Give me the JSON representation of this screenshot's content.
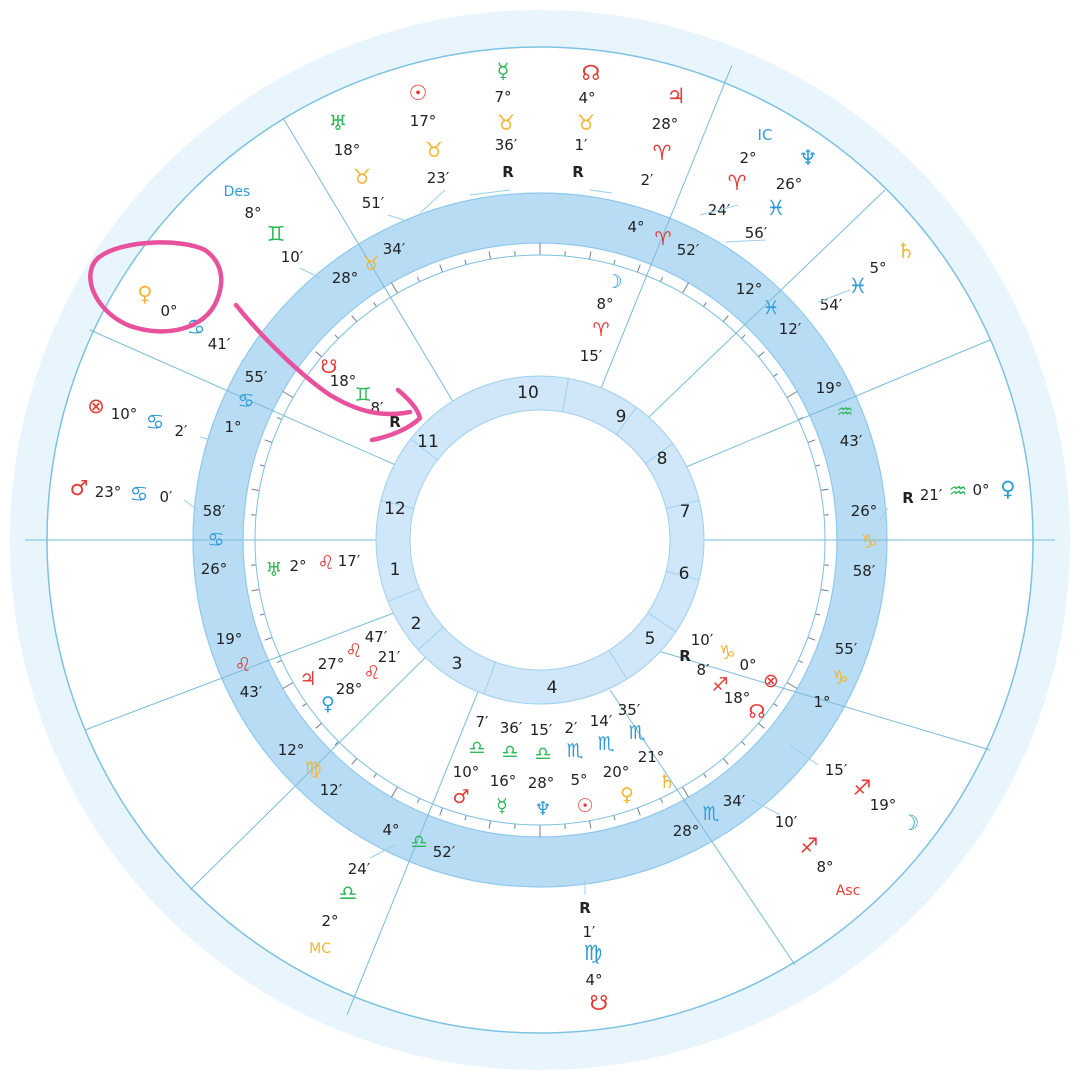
{
  "colors": {
    "fire": "#e53935",
    "earth": "#f2b632",
    "air": "#2fb85a",
    "water": "#2f9bd6",
    "text": "#222222",
    "ring": "#b9dcf5",
    "line": "#6fb8d8",
    "bg_halo": "#e9f5fd",
    "marker": "#e8519b"
  },
  "houses": [
    "10",
    "9",
    "8",
    "7",
    "6",
    "5",
    "4",
    "3",
    "2",
    "1",
    "12",
    "11"
  ],
  "retro": "R",
  "outer_glyphs": [
    {
      "g": "☉",
      "el": "fire"
    },
    {
      "g": "☿",
      "el": "air"
    },
    {
      "g": "☊",
      "el": "fire"
    },
    {
      "g": "♃",
      "el": "fire"
    },
    {
      "g": "♅",
      "el": "air"
    },
    {
      "g": "♉",
      "el": "earth"
    },
    {
      "g": "♉",
      "el": "earth"
    },
    {
      "g": "♉",
      "el": "earth"
    },
    {
      "g": "♈",
      "el": "fire"
    },
    {
      "g": "♉",
      "el": "earth"
    },
    {
      "g": "IC",
      "el": "water"
    },
    {
      "g": "♆",
      "el": "water"
    },
    {
      "g": "♈",
      "el": "fire"
    },
    {
      "g": "♓",
      "el": "water"
    },
    {
      "g": "♄",
      "el": "earth"
    },
    {
      "g": "♓",
      "el": "water"
    },
    {
      "g": "Des",
      "el": "water"
    },
    {
      "g": "♊",
      "el": "air"
    },
    {
      "g": "♀",
      "el": "earth"
    },
    {
      "g": "♋",
      "el": "water"
    },
    {
      "g": "⊗",
      "el": "fire"
    },
    {
      "g": "♋",
      "el": "water"
    },
    {
      "g": "♂",
      "el": "fire"
    },
    {
      "g": "♋",
      "el": "water"
    },
    {
      "g": "♒",
      "el": "air"
    },
    {
      "g": "♀",
      "el": "water"
    },
    {
      "g": "♐",
      "el": "fire"
    },
    {
      "g": "☽",
      "el": "water"
    },
    {
      "g": "♐",
      "el": "fire"
    },
    {
      "g": "Asc",
      "el": "fire"
    },
    {
      "g": "♎",
      "el": "air"
    },
    {
      "g": "MC",
      "el": "earth"
    },
    {
      "g": "♍",
      "el": "water"
    },
    {
      "g": "☋",
      "el": "fire"
    }
  ],
  "outer_labels": [
    "17°",
    "7°",
    "4°",
    "28°",
    "18°",
    "36′",
    "1′",
    "23′",
    "2′",
    "51′",
    "R",
    "R",
    "2°",
    "26°",
    "24′",
    "56′",
    "5°",
    "54′",
    "8°",
    "10′",
    "0°",
    "41′",
    "10°",
    "2′",
    "23°",
    "0′",
    "R",
    "21′",
    "0°",
    "15′",
    "19°",
    "10′",
    "8°",
    "24′",
    "2°",
    "R",
    "1′",
    "4°"
  ],
  "ring_labels": [
    "4°",
    "52′",
    "34′",
    "28°",
    "12°",
    "12′",
    "19°",
    "43′",
    "26°",
    "58′",
    "55′",
    "1°",
    "34′",
    "28°",
    "4°",
    "52′",
    "12°",
    "12′",
    "19°",
    "43′",
    "26°",
    "58′",
    "55′",
    "1°"
  ],
  "inner_glyphs": [
    {
      "g": "☽",
      "el": "water"
    },
    {
      "g": "♈",
      "el": "fire"
    },
    {
      "g": "☋",
      "el": "fire"
    },
    {
      "g": "♊",
      "el": "air"
    },
    {
      "g": "♅",
      "el": "air"
    },
    {
      "g": "♌",
      "el": "fire"
    },
    {
      "g": "♌",
      "el": "fire"
    },
    {
      "g": "♌",
      "el": "fire"
    },
    {
      "g": "♃",
      "el": "fire"
    },
    {
      "g": "♀",
      "el": "water"
    },
    {
      "g": "♑",
      "el": "earth"
    },
    {
      "g": "♐",
      "el": "fire"
    },
    {
      "g": "⊗",
      "el": "fire"
    },
    {
      "g": "☊",
      "el": "fire"
    },
    {
      "g": "♎",
      "el": "air"
    },
    {
      "g": "♎",
      "el": "air"
    },
    {
      "g": "♎",
      "el": "air"
    },
    {
      "g": "♏",
      "el": "water"
    },
    {
      "g": "♏",
      "el": "water"
    },
    {
      "g": "♏",
      "el": "water"
    },
    {
      "g": "♂",
      "el": "fire"
    },
    {
      "g": "☿",
      "el": "air"
    },
    {
      "g": "♆",
      "el": "water"
    },
    {
      "g": "☉",
      "el": "fire"
    },
    {
      "g": "♀",
      "el": "earth"
    },
    {
      "g": "♄",
      "el": "earth"
    }
  ],
  "inner_labels": [
    "8°",
    "15′",
    "18°",
    "8′",
    "R",
    "2°",
    "17′",
    "47′",
    "21′",
    "27°",
    "28°",
    "10′",
    "0°",
    "R",
    "8′",
    "18°",
    "7′",
    "36′",
    "15′",
    "2′",
    "14′",
    "35′",
    "10°",
    "16°",
    "28°",
    "5°",
    "20°",
    "21°"
  ]
}
